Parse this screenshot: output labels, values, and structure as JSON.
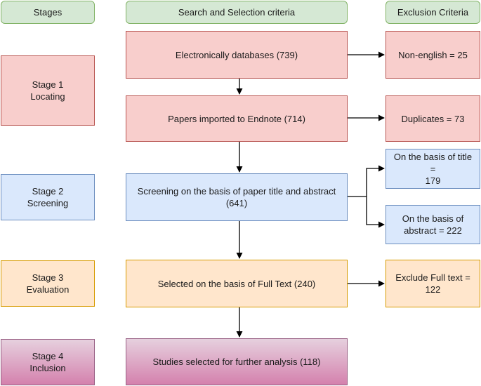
{
  "headers": {
    "stages": "Stages",
    "criteria": "Search and Selection criteria",
    "exclusion": "Exclusion Criteria"
  },
  "stages": [
    {
      "line1": "Stage 1",
      "line2": "Locating"
    },
    {
      "line1": "Stage 2",
      "line2": "Screening"
    },
    {
      "line1": "Stage 3",
      "line2": "Evaluation"
    },
    {
      "line1": "Stage 4",
      "line2": "Inclusion"
    }
  ],
  "process": [
    {
      "line1": "Electronically databases (739)",
      "line2": ""
    },
    {
      "line1": "Papers imported to Endnote (714)",
      "line2": ""
    },
    {
      "line1": "Screening on the basis of paper title and abstract",
      "line2": "(641)"
    },
    {
      "line1": "Selected on the basis of Full Text (240)",
      "line2": ""
    },
    {
      "line1": "Studies selected for further analysis (118)",
      "line2": ""
    }
  ],
  "exclusions": [
    {
      "line1": "Non-english = 25",
      "line2": ""
    },
    {
      "line1": "Duplicates = 73",
      "line2": ""
    },
    {
      "line1": "On the basis of title =",
      "line2": "179"
    },
    {
      "line1": "On the basis of",
      "line2": "abstract = 222"
    },
    {
      "line1": "Exclude Full text =",
      "line2": "122"
    }
  ],
  "colors": {
    "header_fill": "#d5e8d4",
    "stage1_fill": "#f8cecc",
    "stage2_fill": "#dae8fc",
    "stage3_fill": "#ffe6cc",
    "stage4_fill": "#e6d0de",
    "arrow": "#000000"
  }
}
